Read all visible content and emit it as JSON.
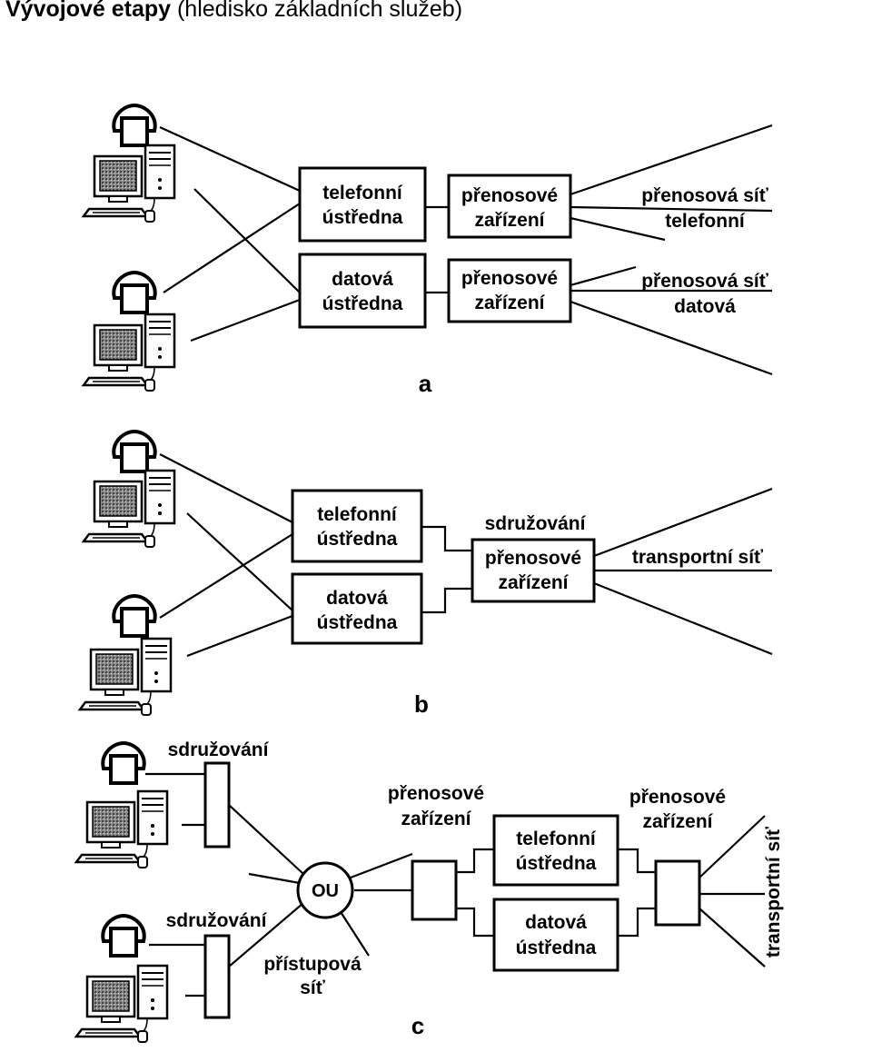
{
  "title": {
    "bold": "Vývojové etapy",
    "normal": " (hledisko základních služeb)"
  },
  "a": {
    "caption": "a",
    "telefonni_ustredna": [
      "telefonní",
      "ústředna"
    ],
    "datova_ustredna": [
      "datová",
      "ústředna"
    ],
    "prenosove_zarizeni_1": [
      "přenosové",
      "zařízení"
    ],
    "prenosove_zarizeni_2": [
      "přenosové",
      "zařízení"
    ],
    "sit_telefonni": [
      "přenosová síť",
      "telefonní"
    ],
    "sit_datova": [
      "přenosová síť",
      "datová"
    ]
  },
  "b": {
    "caption": "b",
    "telefonni_ustredna": [
      "telefonní",
      "ústředna"
    ],
    "datova_ustredna": [
      "datová",
      "ústředna"
    ],
    "sdruzovani": "sdružování",
    "prenosove_zarizeni": [
      "přenosové",
      "zařízení"
    ],
    "transportni_sit": "transportní síť"
  },
  "c": {
    "caption": "c",
    "sdruzovani_1": "sdružování",
    "sdruzovani_2": "sdružování",
    "ou": "OU",
    "pristupova_sit": [
      "přístupová",
      "síť"
    ],
    "prenosove_zarizeni_1": [
      "přenosové",
      "zařízení"
    ],
    "prenosove_zarizeni_2": [
      "přenosové",
      "zařízení"
    ],
    "telefonni_ustredna": [
      "telefonní",
      "ústředna"
    ],
    "datova_ustredna": [
      "datová",
      "ústředna"
    ],
    "transportni_sit": "transportní síť"
  }
}
